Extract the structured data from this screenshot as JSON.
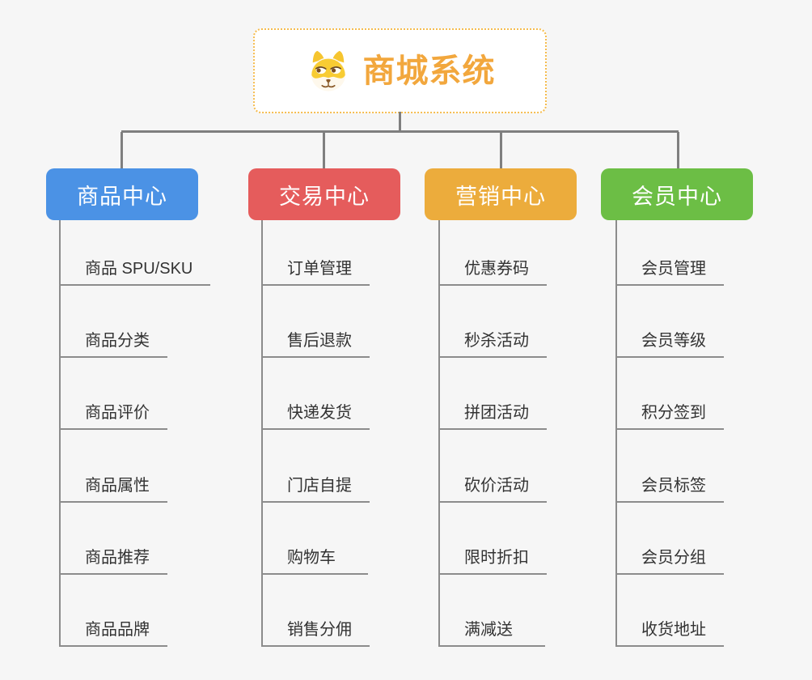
{
  "root": {
    "title": "商城系统",
    "icon": "dog-face-icon",
    "accent_color": "#F2A73D"
  },
  "background_color": "#F6F6F6",
  "connector_color": "#7F7F7F",
  "line_color": "#8C8C8C",
  "branches": [
    {
      "label": "商品中心",
      "color": "#4B92E5",
      "items": [
        "商品 SPU/SKU",
        "商品分类",
        "商品评价",
        "商品属性",
        "商品推荐",
        "商品品牌"
      ]
    },
    {
      "label": "交易中心",
      "color": "#E55C5C",
      "items": [
        "订单管理",
        "售后退款",
        "快递发货",
        "门店自提",
        "购物车",
        "销售分佣"
      ]
    },
    {
      "label": "营销中心",
      "color": "#ECAC3C",
      "items": [
        "优惠券码",
        "秒杀活动",
        "拼团活动",
        "砍价活动",
        "限时折扣",
        "满减送"
      ]
    },
    {
      "label": "会员中心",
      "color": "#6CBE45",
      "items": [
        "会员管理",
        "会员等级",
        "积分签到",
        "会员标签",
        "会员分组",
        "收货地址"
      ]
    }
  ]
}
